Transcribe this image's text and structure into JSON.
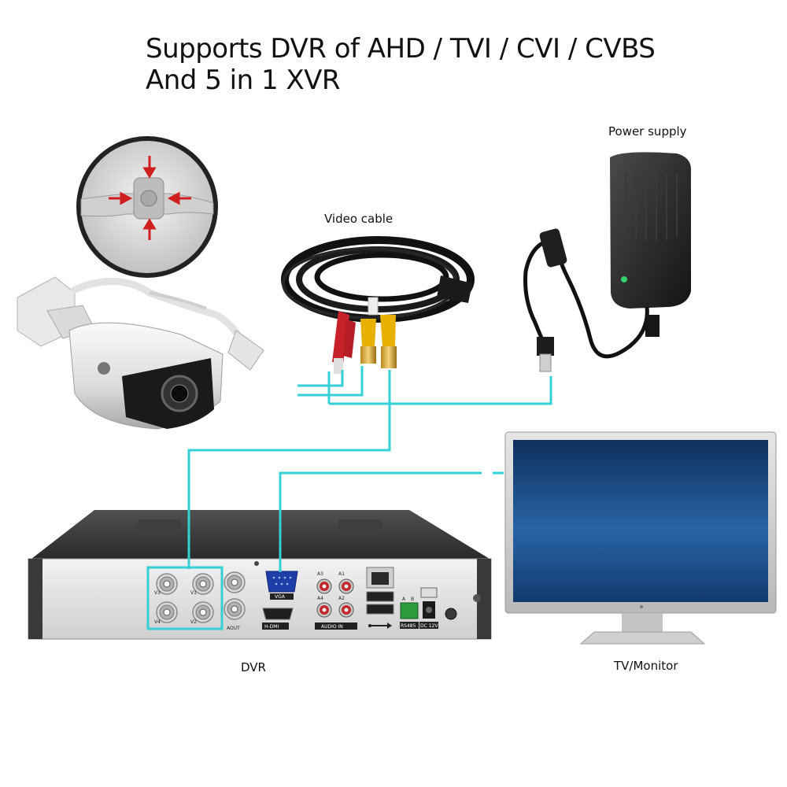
{
  "header": {
    "title_line1": "Supports DVR of AHD / TVI / CVI / CVBS",
    "title_line2": "And 5 in 1 XVR"
  },
  "labels": {
    "power_supply": "Power supply",
    "video_cable": "Video cable",
    "dvr": "DVR",
    "tv_monitor": "TV/Monitor"
  },
  "dvr_panel": {
    "vga": "VGA",
    "hdmi": "H-DMI",
    "aout": "AOUT",
    "audio_in": "AUDIO IN",
    "rs485": "RS485",
    "dc12v": "DC 12V",
    "a": "A",
    "b": "B",
    "channels": [
      "V1",
      "V2",
      "V3",
      "V4"
    ],
    "audio_channels": [
      "A1",
      "A2",
      "A3",
      "A4"
    ]
  },
  "colors": {
    "connector_line": "#33d1d6",
    "monitor_screen": "#1d4e86",
    "dvr_body": "#2c2c2e"
  },
  "icons": [
    "camera-icon",
    "cable-icon",
    "power-adapter-icon",
    "monitor-icon",
    "dvr-icon",
    "usb-icon"
  ]
}
